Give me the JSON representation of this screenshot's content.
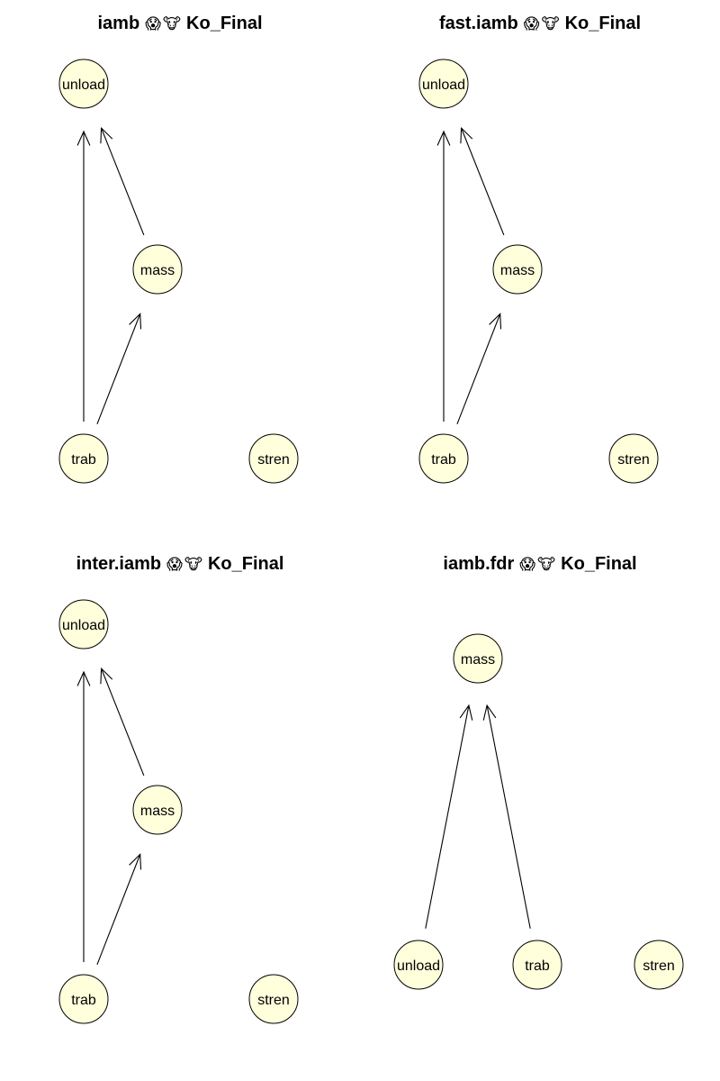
{
  "figure": {
    "panels": [
      {
        "title": "iamb",
        "icons": [
          "😱",
          "🐮"
        ],
        "subtitle": "Ko_Final",
        "nodes": [
          "unload",
          "mass",
          "trab",
          "stren"
        ],
        "edges": [
          [
            "trab",
            "unload"
          ],
          [
            "mass",
            "unload"
          ],
          [
            "trab",
            "mass"
          ]
        ]
      },
      {
        "title": "fast.iamb",
        "icons": [
          "😱",
          "🐮"
        ],
        "subtitle": "Ko_Final",
        "nodes": [
          "unload",
          "mass",
          "trab",
          "stren"
        ],
        "edges": [
          [
            "trab",
            "unload"
          ],
          [
            "mass",
            "unload"
          ],
          [
            "trab",
            "mass"
          ]
        ]
      },
      {
        "title": "inter.iamb",
        "icons": [
          "😱",
          "🐮"
        ],
        "subtitle": "Ko_Final",
        "nodes": [
          "unload",
          "mass",
          "trab",
          "stren"
        ],
        "edges": [
          [
            "trab",
            "unload"
          ],
          [
            "mass",
            "unload"
          ],
          [
            "trab",
            "mass"
          ]
        ]
      },
      {
        "title": "iamb.fdr",
        "icons": [
          "😱",
          "🐮"
        ],
        "subtitle": "Ko_Final",
        "nodes": [
          "mass",
          "unload",
          "trab",
          "stren"
        ],
        "edges": [
          [
            "unload",
            "mass"
          ],
          [
            "trab",
            "mass"
          ]
        ]
      }
    ]
  }
}
